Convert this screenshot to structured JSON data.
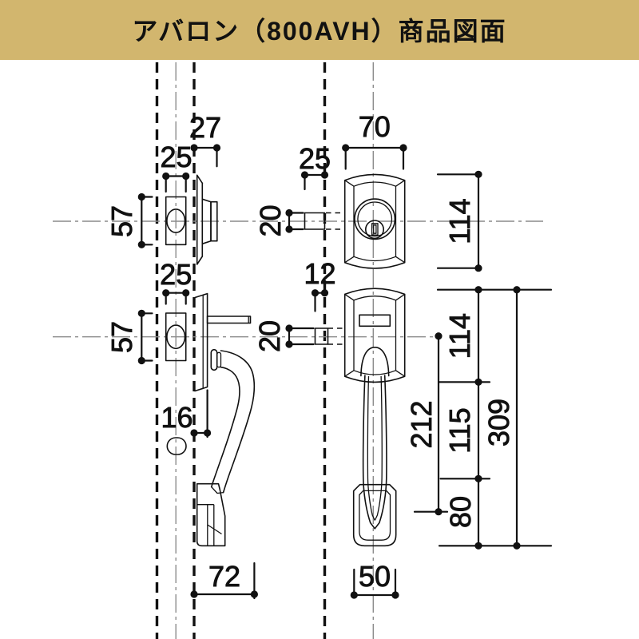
{
  "header": {
    "title": "アバロン（800AVH）商品図面"
  },
  "colors": {
    "header_bg": "#d2b66e",
    "line": "#111111",
    "centerline": "#8c8c8c",
    "background": "#ffffff"
  },
  "dims": {
    "d27": "27",
    "d25_upper_left": "25",
    "d57_upper": "57",
    "d25_lower_left": "25",
    "d57_lower": "57",
    "d16": "16",
    "d72": "72",
    "d25_upper_right": "25",
    "d20_upper": "20",
    "d12": "12",
    "d20_lower": "20",
    "d70": "70",
    "d114_upper": "114",
    "d114_lower": "114",
    "d212": "212",
    "d115": "115",
    "d309": "309",
    "d80": "80",
    "d50": "50"
  }
}
